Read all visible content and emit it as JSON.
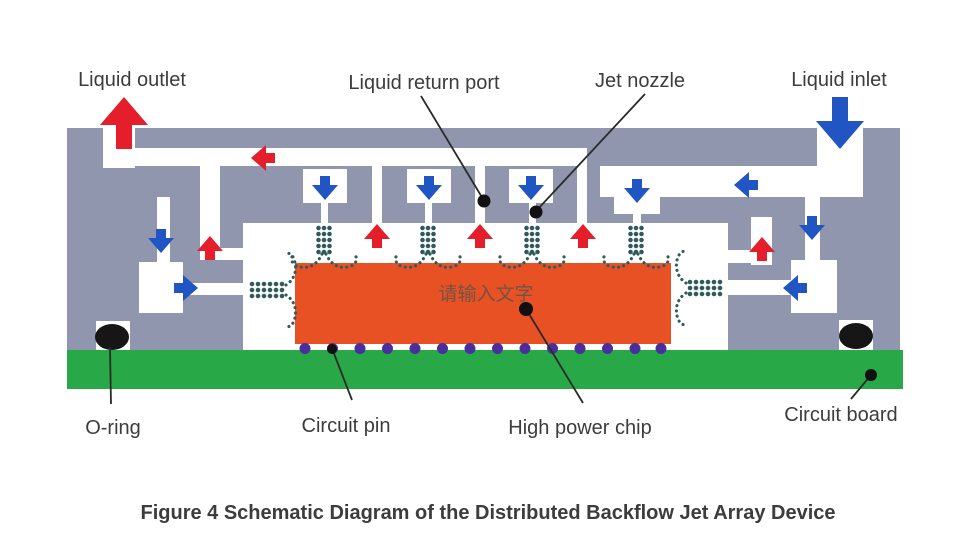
{
  "figure": {
    "caption": "Figure 4 Schematic Diagram of the Distributed Backflow Jet Array Device",
    "labels": {
      "liquid_outlet": "Liquid outlet",
      "liquid_return_port": "Liquid return port",
      "jet_nozzle": "Jet nozzle",
      "liquid_inlet": "Liquid inlet",
      "o_ring": "O-ring",
      "circuit_pin": "Circuit pin",
      "high_power_chip": "High power chip",
      "circuit_board": "Circuit board"
    },
    "chip_watermark": "请输入文字",
    "colors": {
      "housing_gray": "#8f96ae",
      "board_green": "#28a847",
      "chip_orange": "#e85124",
      "hot_red": "#e41e2b",
      "cold_blue": "#2155c4",
      "jet_teal": "#2f5a5e",
      "pin_purple": "#4a2f9c",
      "label_text": "#3c3c3c",
      "watermark_text": "#55544c"
    }
  }
}
